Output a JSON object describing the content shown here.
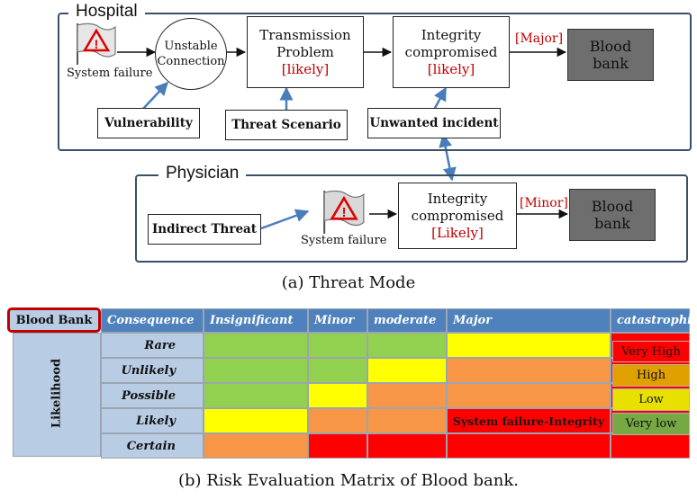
{
  "threat_model": {
    "hospital": {
      "title": "Hospital",
      "system_failure": "System failure",
      "unstable_connection": [
        "Unstable",
        "Connection"
      ],
      "transmission": {
        "lines": [
          "Transmission",
          "Problem"
        ],
        "likelihood": "[likely]"
      },
      "integrity": {
        "lines": [
          "Integrity",
          "compromised"
        ],
        "likelihood": "[likely]"
      },
      "consequence": "[Major]",
      "asset": [
        "Blood",
        "bank"
      ],
      "tags": {
        "vulnerability": "Vulnerability",
        "threat_scenario": "Threat Scenario",
        "unwanted_incident": "Unwanted incident"
      }
    },
    "physician": {
      "title": "Physician",
      "indirect_threat": "Indirect Threat",
      "system_failure": "System failure",
      "integrity": {
        "lines": [
          "Integrity",
          "compromised"
        ],
        "likelihood": "[Likely]"
      },
      "consequence": "[Minor]",
      "asset": [
        "Blood",
        "bank"
      ]
    },
    "caption": "(a) Threat Mode"
  },
  "risk_matrix": {
    "asset_label": "Blood Bank",
    "corner": "Consequence",
    "columns": [
      "Insignificant",
      "Minor",
      "moderate",
      "Major",
      "catastrophic"
    ],
    "axis_label": "Likelihood",
    "rows": [
      "Rare",
      "Unlikely",
      "Possible",
      "Likely",
      "Certain"
    ],
    "colors": {
      "green": "#92d050",
      "yellow": "#ffff00",
      "orange": "#f79646",
      "red": "#ff0000"
    },
    "cells": [
      [
        "green",
        "green",
        "green",
        "yellow",
        "red"
      ],
      [
        "green",
        "green",
        "yellow",
        "orange",
        "red"
      ],
      [
        "green",
        "yellow",
        "orange",
        "orange",
        "red"
      ],
      [
        "yellow",
        "orange",
        "orange",
        "red",
        "red"
      ],
      [
        "orange",
        "red",
        "red",
        "red",
        "red"
      ]
    ],
    "entry": {
      "row": "Likely",
      "column": "Major",
      "text": "System failure-Integrity"
    },
    "legend": [
      "Very High",
      "High",
      "Low",
      "Very low"
    ],
    "caption": "(b) Risk Evaluation Matrix of Blood bank."
  }
}
